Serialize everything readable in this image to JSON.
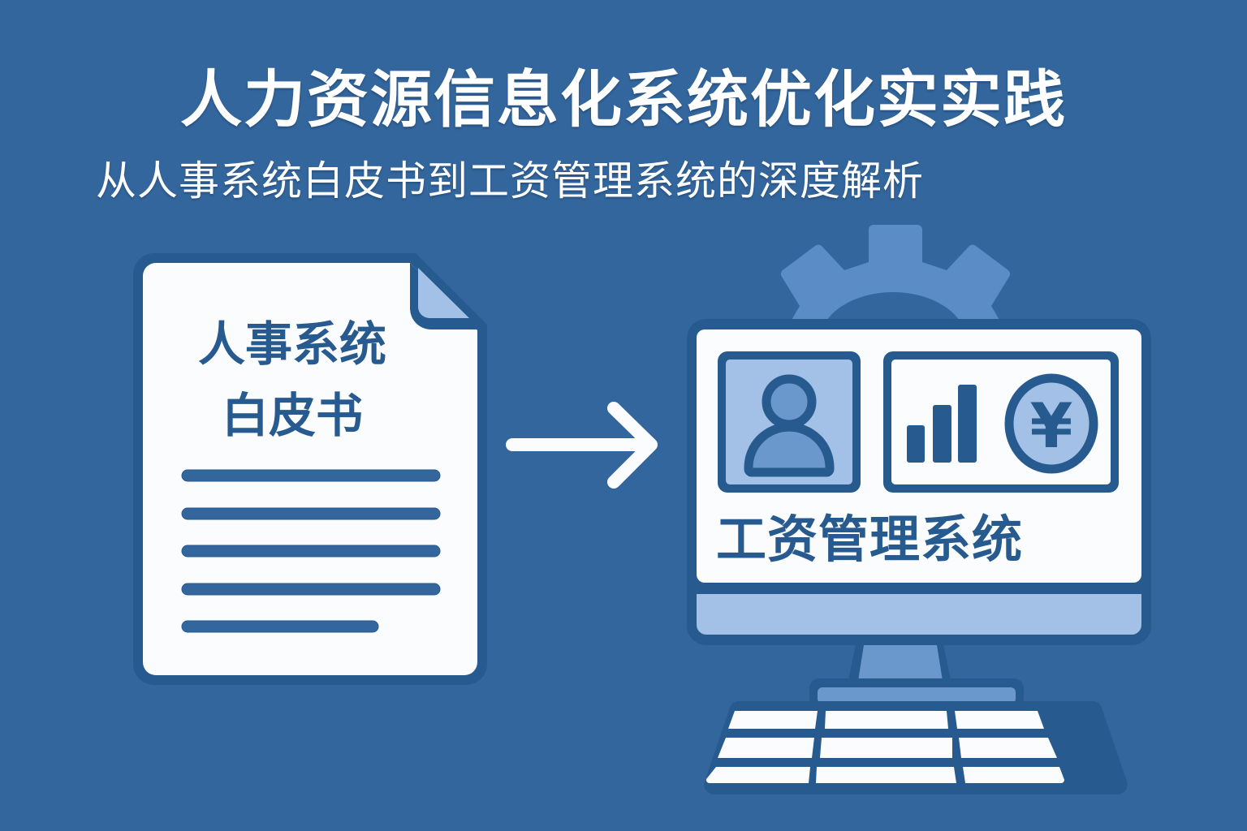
{
  "header": {
    "title": "人力资源信息化系统优化实实践",
    "subtitle": "从人事系统白皮书到工资管理系统的深度解析"
  },
  "document": {
    "title_line1": "人事系统",
    "title_line2": "白皮书",
    "text_lines": 5,
    "icon": "document-icon"
  },
  "arrow": {
    "icon": "arrow-right-icon"
  },
  "monitor": {
    "screen_label": "工资管理系统",
    "panels": [
      {
        "icon": "user-profile-icon"
      },
      {
        "icon": "bar-chart-icon",
        "bars": [
          3,
          4,
          5
        ]
      },
      {
        "icon": "yen-coin-icon",
        "symbol": "¥"
      }
    ],
    "background_icon": "gear-icon",
    "keyboard_rows": 3,
    "keyboard_cols": 3
  },
  "colors": {
    "background": "#33669c",
    "outline": "#275a8f",
    "light_blue": "#a3c1e6",
    "mid_blue": "#5b8cc6",
    "white": "#fbfcfd"
  }
}
